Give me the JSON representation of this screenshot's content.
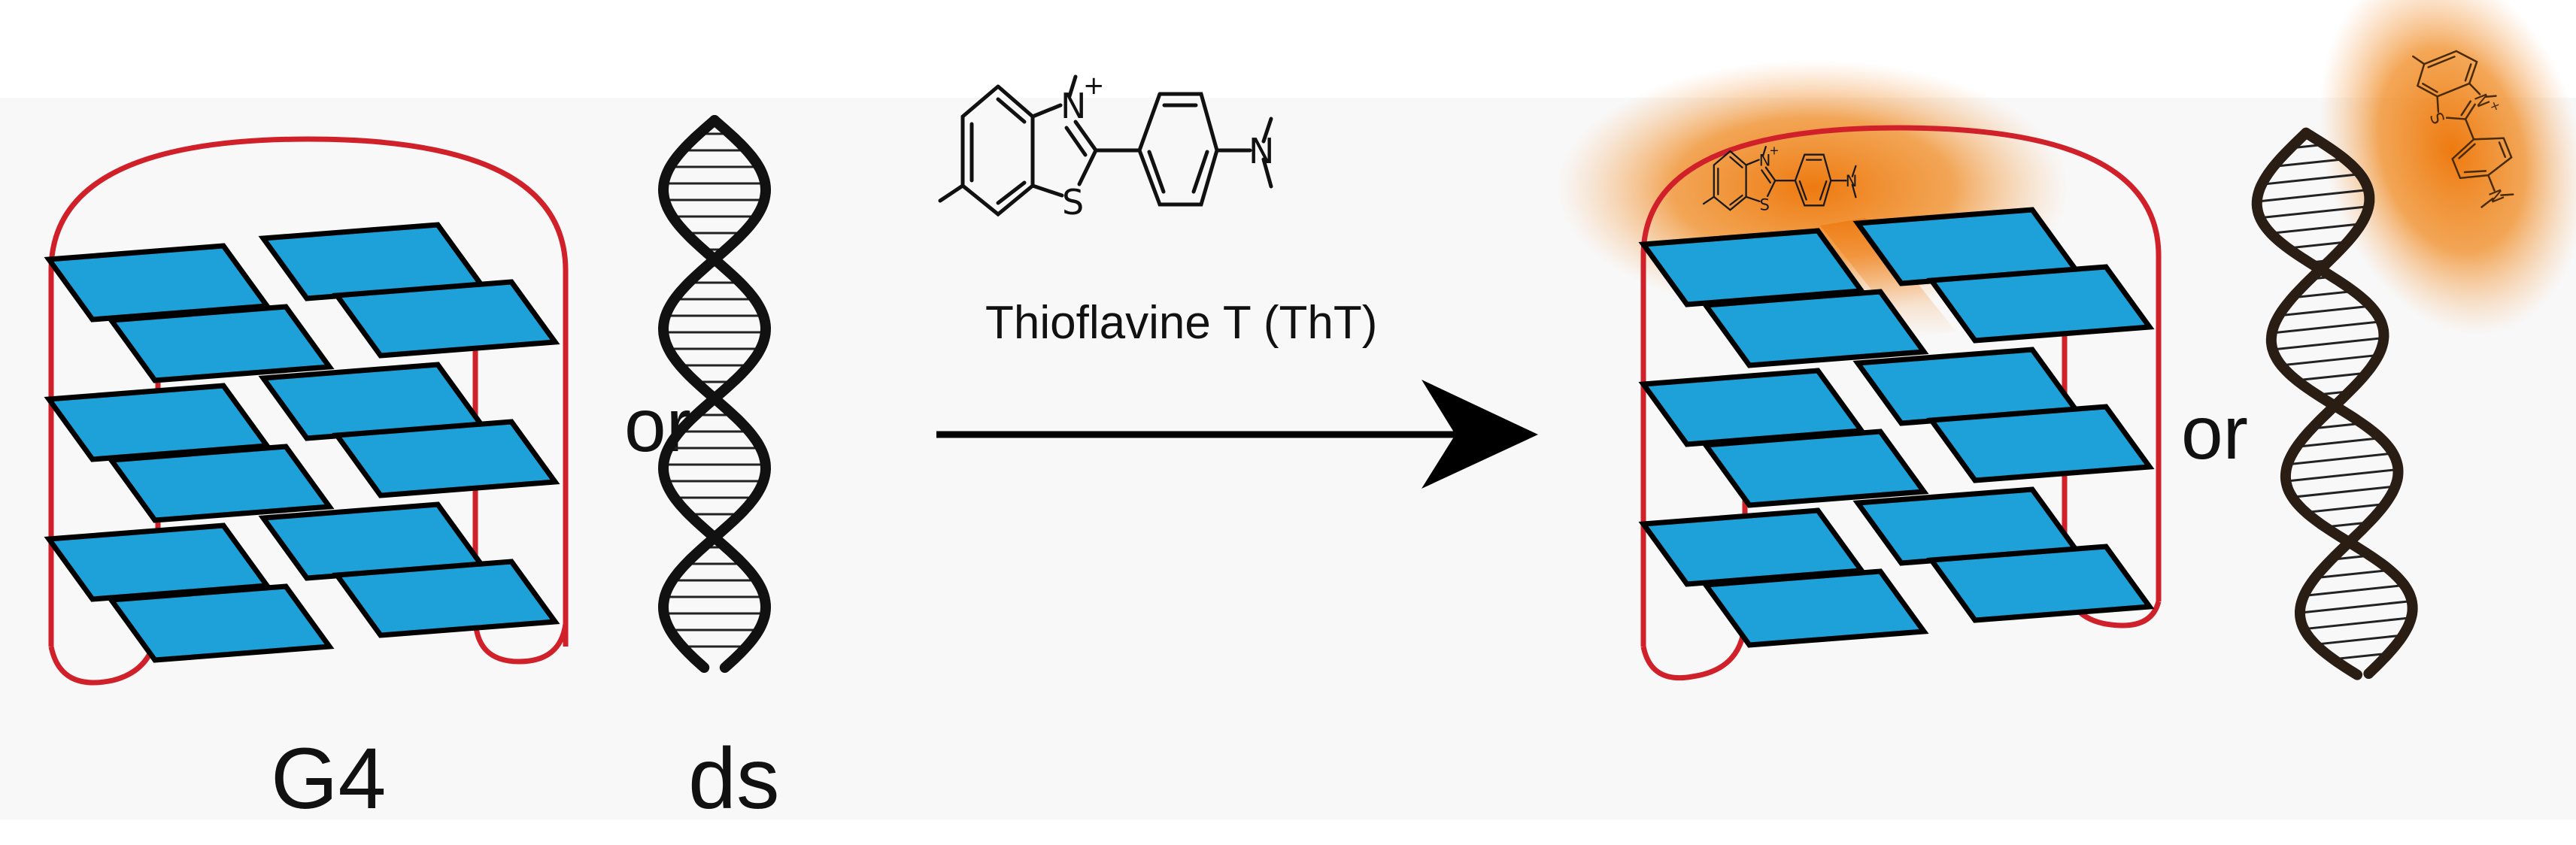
{
  "labels": {
    "left_structure": "G4",
    "left_dna": "ds",
    "or_left": "or",
    "or_right": "or",
    "reagent": "Thioflavine T (ThT)"
  },
  "molecule": {
    "ring_n": "N",
    "charge": "+",
    "ring_s": "S",
    "amine_n": "N"
  },
  "colors": {
    "quartet_fill": "#1ea0d8",
    "loop": "#d0202a",
    "glow": "#f07d10",
    "ink": "#111111",
    "background": "#f8f8f8"
  }
}
